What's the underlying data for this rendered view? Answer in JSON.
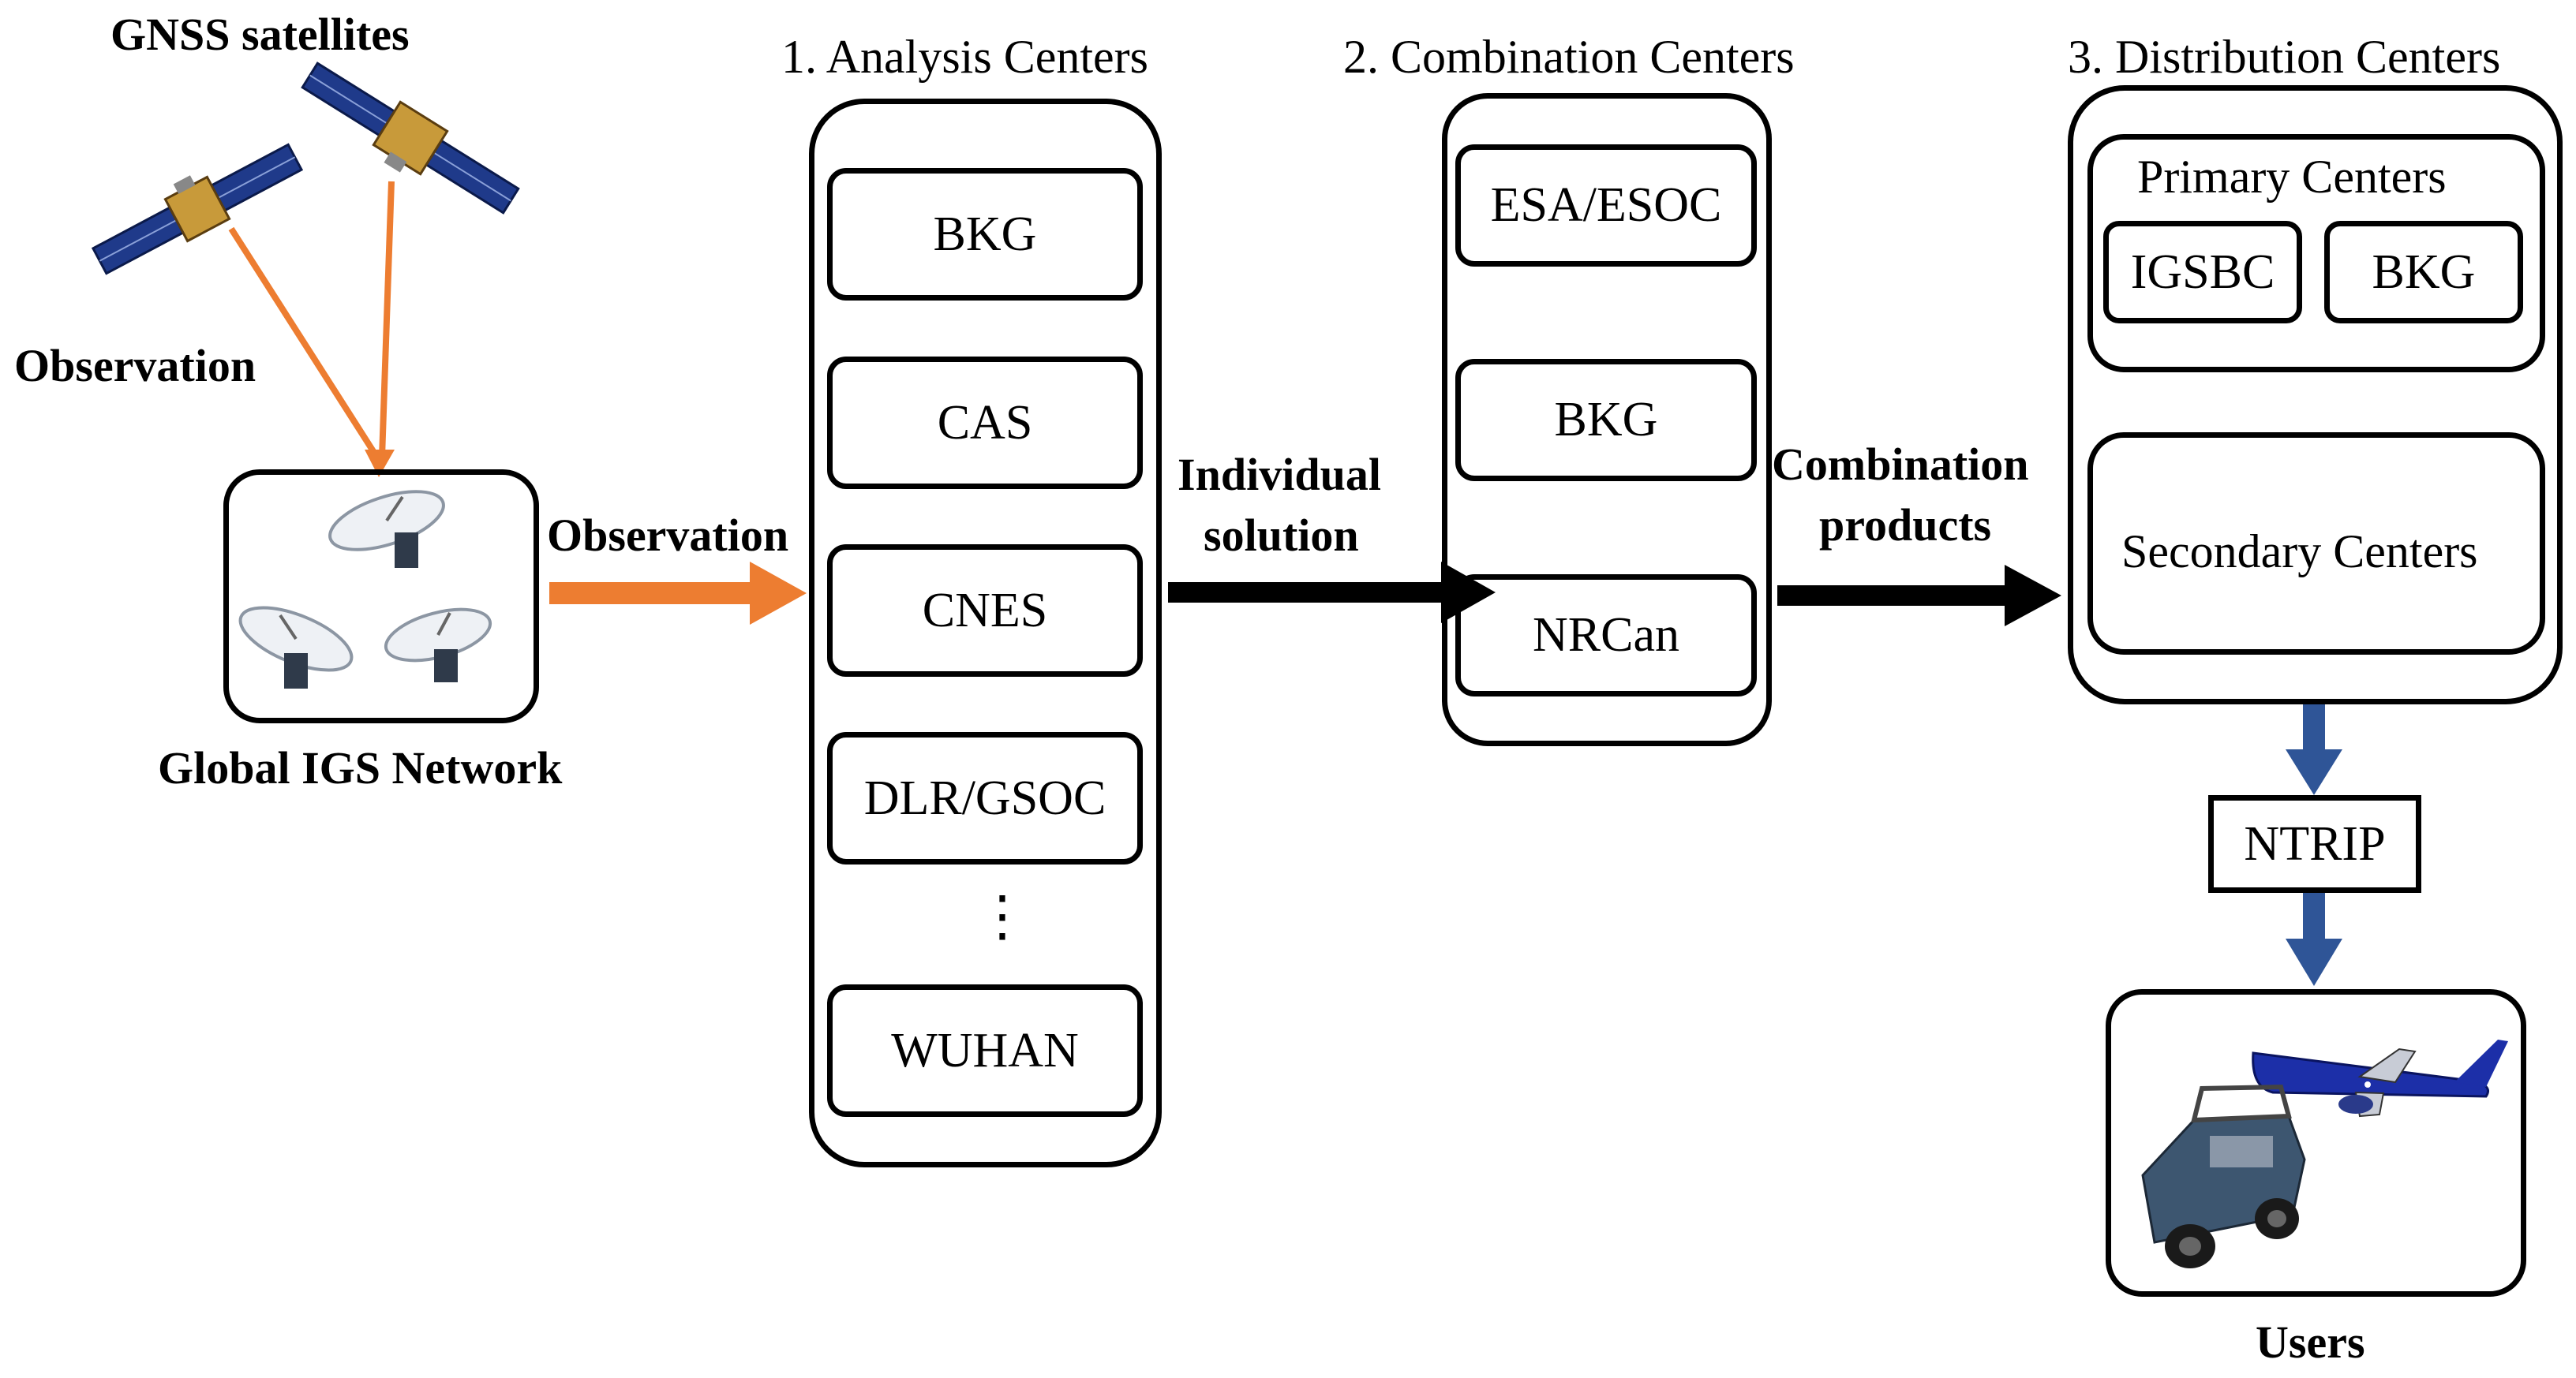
{
  "source": {
    "satellites_label": "GNSS satellites",
    "observation_left": "Observation",
    "network_label": "Global IGS Network",
    "observation_arrow": "Observation"
  },
  "analysis": {
    "title": "1. Analysis Centers",
    "items": [
      "BKG",
      "CAS",
      "CNES",
      "DLR/GSOC",
      "WUHAN"
    ],
    "ellipsis": "⋮"
  },
  "arrow1": {
    "line1": "Individual",
    "line2": "solution"
  },
  "combination": {
    "title": "2. Combination Centers",
    "items": [
      "ESA/ESOC",
      "BKG",
      "NRCan"
    ]
  },
  "arrow2": {
    "line1": "Combination",
    "line2": "products"
  },
  "distribution": {
    "title": "3. Distribution Centers",
    "primary_title": "Primary Centers",
    "primary_items": [
      "IGSBC",
      "BKG"
    ],
    "secondary_title": "Secondary Centers"
  },
  "ntrip": "NTRIP",
  "users": "Users",
  "colors": {
    "orange": "#ED7D31",
    "blue": "#2F5597",
    "black": "#000000"
  }
}
